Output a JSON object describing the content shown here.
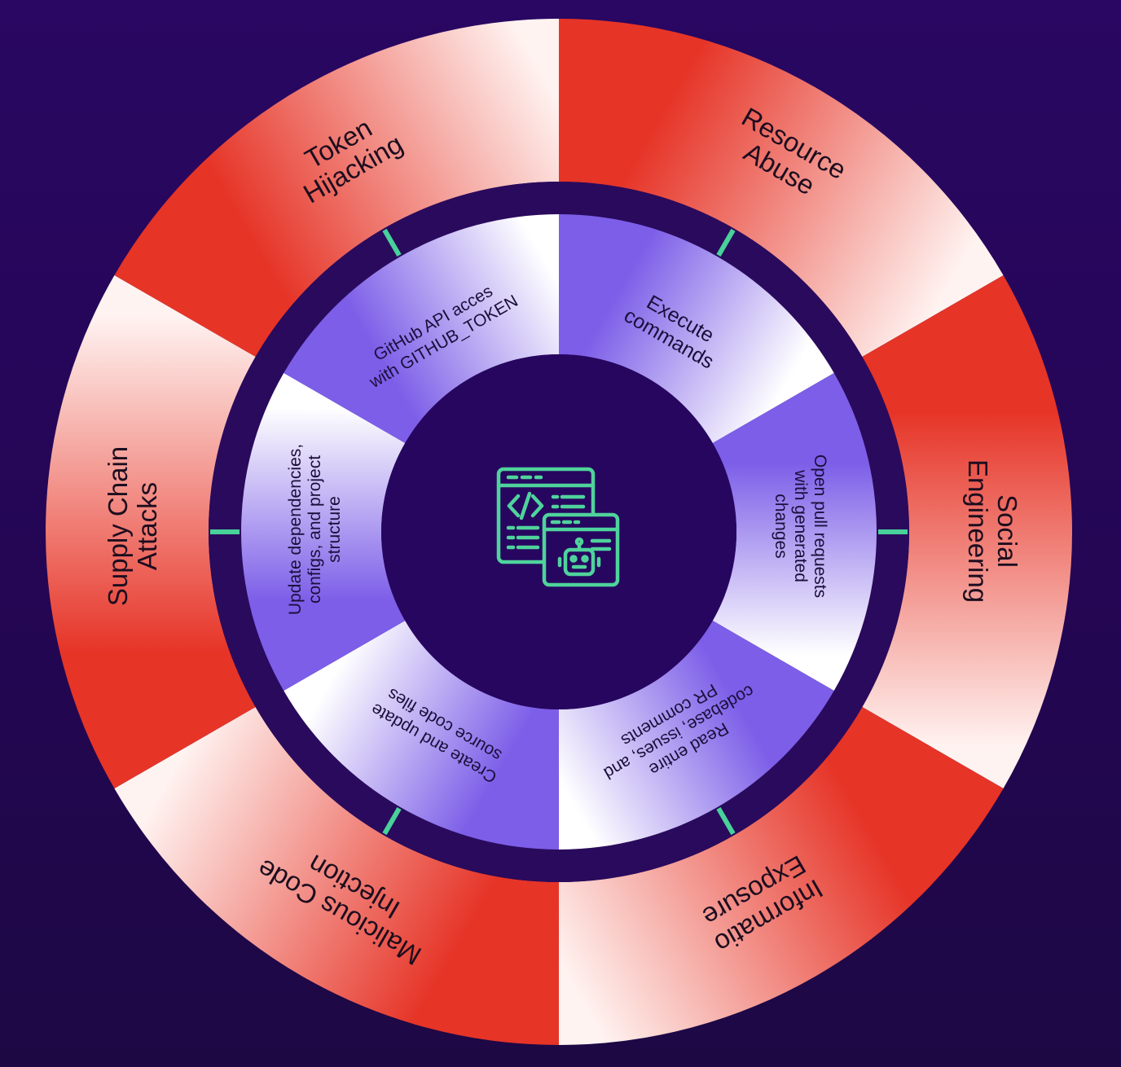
{
  "colors": {
    "background": "#270660",
    "outer_red": "#e63427",
    "outer_white": "#fff3f1",
    "inner_purple": "#7c5ee8",
    "inner_white": "#ffffff",
    "ring_dark": "#2a0a5c",
    "tick_green": "#48d19a",
    "icon_green": "#4fd39b"
  },
  "center": {
    "icon": "code-window-robot-icon"
  },
  "outer_segments": [
    {
      "id": "token-hijacking",
      "lines": [
        "Token",
        "Hijacking"
      ]
    },
    {
      "id": "resource-abuse",
      "lines": [
        "Resource",
        "Abuse"
      ]
    },
    {
      "id": "social-engineering",
      "lines": [
        "Social",
        "Engineering"
      ]
    },
    {
      "id": "information-exposure",
      "lines": [
        "Informatio",
        "Exposure"
      ]
    },
    {
      "id": "malicious-code-injection",
      "lines": [
        "Malicious Code",
        "Injection"
      ]
    },
    {
      "id": "supply-chain-attacks",
      "lines": [
        "Supply Chain",
        "Attacks"
      ]
    }
  ],
  "inner_segments": [
    {
      "id": "github-api-access",
      "lines": [
        "GitHub API acces",
        "with GITHUB_TOKEN"
      ]
    },
    {
      "id": "execute-commands",
      "lines": [
        "Execute",
        "commands"
      ]
    },
    {
      "id": "open-pull-requests",
      "lines": [
        "Open pull requests",
        "with generated",
        "changes"
      ]
    },
    {
      "id": "read-codebase",
      "lines": [
        "Read entire",
        "codebase, issues, and",
        "PR comments"
      ]
    },
    {
      "id": "create-update-source",
      "lines": [
        "Create and update",
        "source code files"
      ]
    },
    {
      "id": "update-dependencies",
      "lines": [
        "Update dependencies,",
        "configs, and project",
        "structure"
      ]
    }
  ]
}
